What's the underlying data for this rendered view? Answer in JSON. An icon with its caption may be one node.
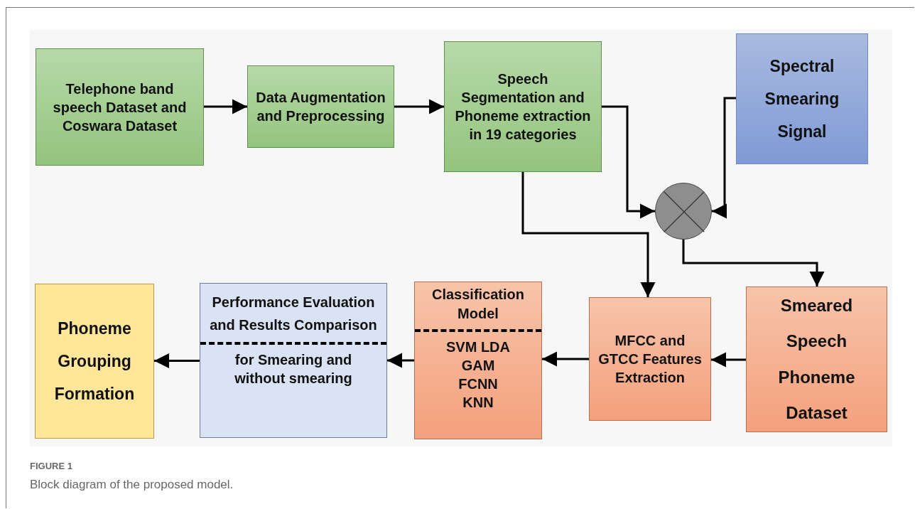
{
  "diagram": {
    "caption": "Block diagram of the proposed model.",
    "nodes": [
      {
        "text": [
          "Telephone band speech Dataset and Coswara  Dataset"
        ]
      },
      {
        "text": [
          "Data Augmentation and Preprocessing"
        ]
      },
      {
        "text": [
          "Speech Segmentation and Phoneme extraction in 19 categories"
        ]
      },
      {
        "text": [
          "Spectral Smearing Signal"
        ]
      },
      {
        "text": [],
        "shape": "circle"
      },
      {
        "text": [
          "Smeared Speech Phoneme Dataset"
        ]
      },
      {
        "text": [
          "MFCC and GTCC Features Extraction"
        ]
      },
      {
        "text": [
          "Classification Model",
          "SVM LDA GAM FCNN KNN"
        ]
      },
      {
        "text": [
          "Performance Evaluation and Results Comparison",
          "for Smearing and without smearing"
        ]
      },
      {
        "text": [
          "Phoneme Grouping Formation"
        ]
      }
    ],
    "edges": [
      {
        "from": 0,
        "to": 1,
        "arrow": "to"
      },
      {
        "from": 1,
        "to": 2,
        "arrow": "to"
      },
      {
        "from": 2,
        "to": 4,
        "arrow": "to"
      },
      {
        "from": 3,
        "to": 4,
        "arrow": "to"
      },
      {
        "from": 2,
        "to": 6,
        "arrow": "to"
      },
      {
        "from": 4,
        "to": 5,
        "arrow": "to"
      },
      {
        "from": 5,
        "to": 6,
        "arrow": "to"
      },
      {
        "from": 6,
        "to": 7,
        "arrow": "to"
      },
      {
        "from": 7,
        "to": 8,
        "arrow": "to"
      },
      {
        "from": 8,
        "to": 9,
        "arrow": "to"
      }
    ],
    "labels": [
      "FIGURE 1"
    ]
  }
}
